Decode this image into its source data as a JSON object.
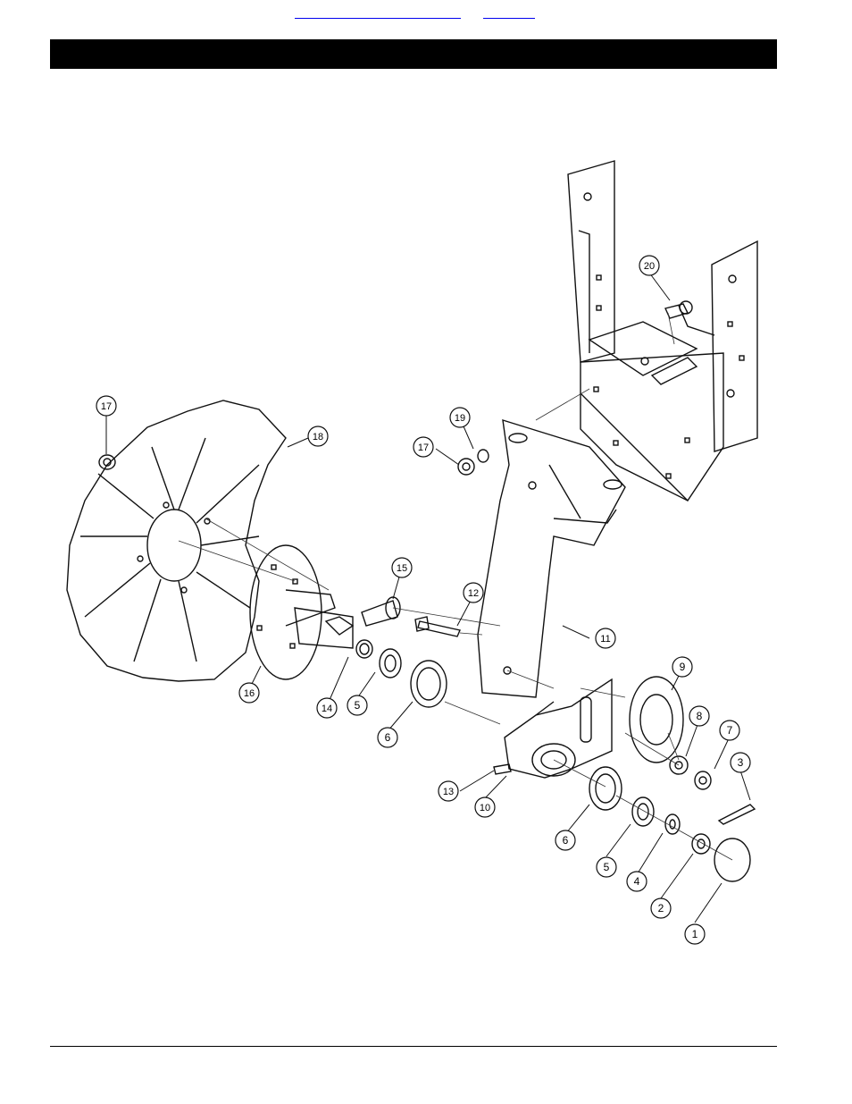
{
  "header": {
    "link_left": "",
    "link_right": ""
  },
  "callouts": [
    {
      "id": "c1",
      "label": "1"
    },
    {
      "id": "c2",
      "label": "2"
    },
    {
      "id": "c3",
      "label": "3"
    },
    {
      "id": "c4",
      "label": "4"
    },
    {
      "id": "c5a",
      "label": "5"
    },
    {
      "id": "c5b",
      "label": "5"
    },
    {
      "id": "c6a",
      "label": "6"
    },
    {
      "id": "c6b",
      "label": "6"
    },
    {
      "id": "c7",
      "label": "7"
    },
    {
      "id": "c8",
      "label": "8"
    },
    {
      "id": "c9",
      "label": "9"
    },
    {
      "id": "c10",
      "label": "10"
    },
    {
      "id": "c11",
      "label": "11"
    },
    {
      "id": "c12",
      "label": "12"
    },
    {
      "id": "c13",
      "label": "13"
    },
    {
      "id": "c14",
      "label": "14"
    },
    {
      "id": "c15",
      "label": "15"
    },
    {
      "id": "c16",
      "label": "16"
    },
    {
      "id": "c17a",
      "label": "17"
    },
    {
      "id": "c17b",
      "label": "17"
    },
    {
      "id": "c18",
      "label": "18"
    },
    {
      "id": "c19",
      "label": "19"
    },
    {
      "id": "c20",
      "label": "20"
    }
  ]
}
